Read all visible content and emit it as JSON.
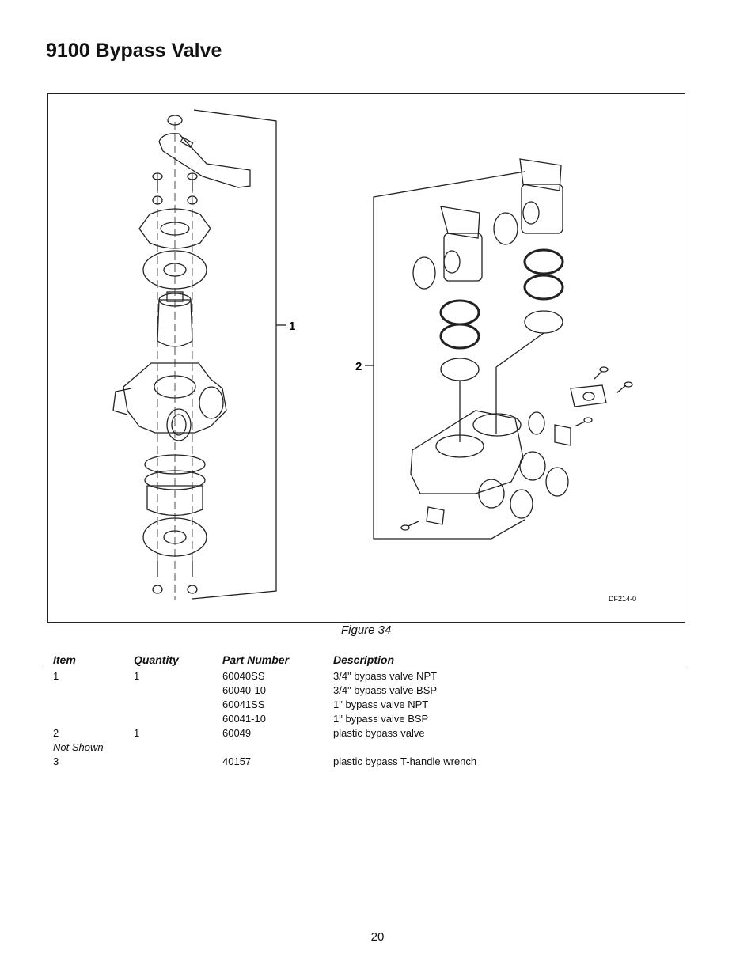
{
  "page_title": "9100 Bypass Valve",
  "figure": {
    "caption": "Figure 34",
    "callouts": [
      "1",
      "2"
    ],
    "drawing_code": "DF214-0"
  },
  "table": {
    "headers": [
      "Item",
      "Quantity",
      "Part Number",
      "Description"
    ],
    "rows": [
      {
        "item": "1",
        "quantity": "1",
        "part": "60040SS",
        "desc": "3/4\" bypass valve NPT"
      },
      {
        "item": "",
        "quantity": "",
        "part": "60040-10",
        "desc": "3/4\" bypass valve BSP"
      },
      {
        "item": "",
        "quantity": "",
        "part": "60041SS",
        "desc": "1\" bypass valve NPT"
      },
      {
        "item": "",
        "quantity": "",
        "part": "60041-10",
        "desc": "1\" bypass valve BSP"
      },
      {
        "item": "2",
        "quantity": "1",
        "part": "60049",
        "desc": "plastic bypass valve"
      },
      {
        "item": "Not Shown",
        "quantity": "",
        "part": "",
        "desc": ""
      },
      {
        "item": "3",
        "quantity": "",
        "part": "40157",
        "desc": "plastic bypass T-handle wrench"
      }
    ]
  },
  "page_number": "20"
}
